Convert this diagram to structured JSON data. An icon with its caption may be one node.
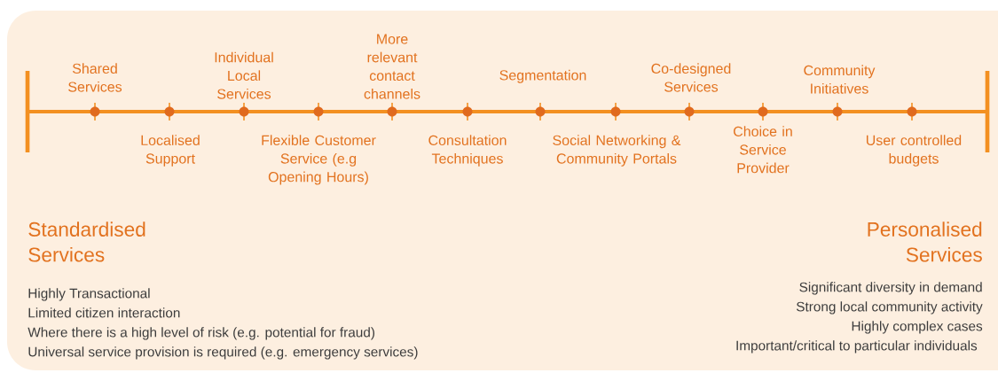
{
  "diagram": {
    "labels": [
      "Shared Services",
      "Localised Support",
      "Individual Local Services",
      "Flexible Customer Service (e.g Opening Hours)",
      "More relevant contact channels",
      "Consultation Techniques",
      "Segmentation",
      "Social Networking & Community Portals",
      "Co-designed Services",
      "Choice in Service Provider",
      "Community Initiatives",
      "User controlled budgets",
      "Standardised Services",
      "Highly Transactional",
      "Limited citizen interaction",
      "Where there is a high level of risk (e.g. potential for fraud)",
      "Universal service provision is required (e.g. emergency services)",
      "Personalised Services",
      "Significant diversity in demand",
      "Strong local community activity",
      "Highly complex cases",
      "Important/critical to particular individuals"
    ]
  }
}
